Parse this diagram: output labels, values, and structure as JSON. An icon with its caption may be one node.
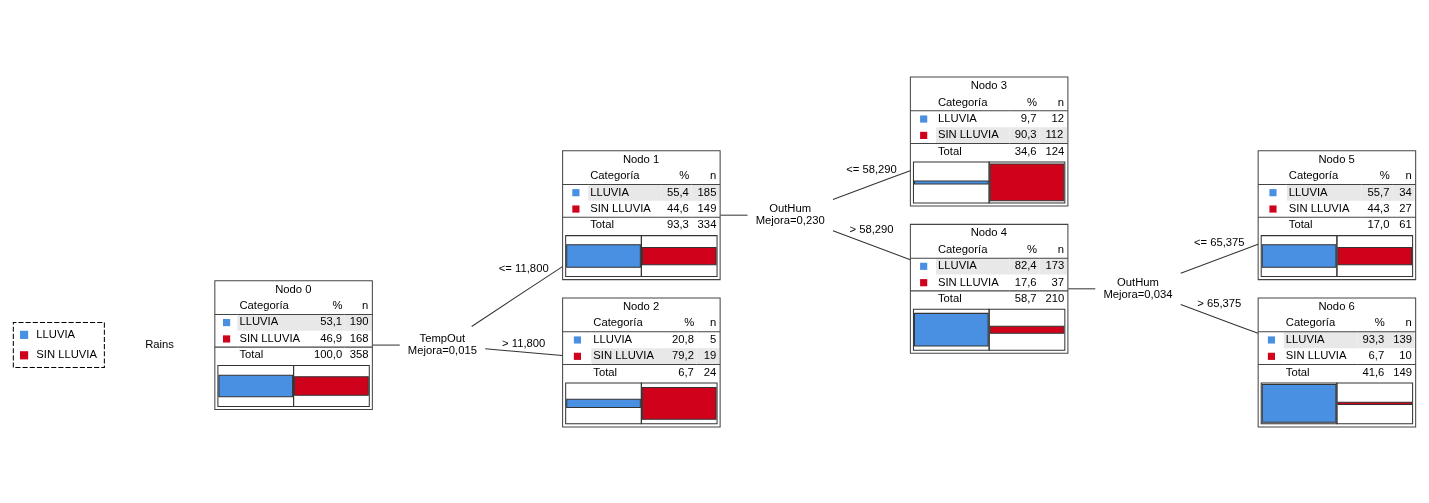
{
  "diagram": {
    "nodes": [
      {
        "text": [
          "Nodo 0",
          "Categoría",
          "%",
          "n",
          "LLUVIA",
          "53,1",
          "190",
          "SIN LLUVIA",
          "46,9",
          "168",
          "Total",
          "100,0",
          "358"
        ],
        "beside": [
          "Rains"
        ]
      },
      {
        "text": [
          "TempOut",
          "Mejora=0,015"
        ]
      },
      {
        "text": [
          "Nodo 1",
          "Categoría",
          "%",
          "n",
          "LLUVIA",
          "55,4",
          "185",
          "SIN LLUVIA",
          "44,6",
          "149",
          "Total",
          "93,3",
          "334"
        ]
      },
      {
        "text": [
          "Nodo 2",
          "Categoría",
          "%",
          "n",
          "LLUVIA",
          "20,8",
          "5",
          "SIN LLUVIA",
          "79,2",
          "19",
          "Total",
          "6,7",
          "24"
        ]
      },
      {
        "text": [
          "OutHum",
          "Mejora=0,230"
        ]
      },
      {
        "text": [
          "Nodo 3",
          "Categoría",
          "%",
          "n",
          "LLUVIA",
          "9,7",
          "12",
          "SIN LLUVIA",
          "90,3",
          "112",
          "Total",
          "34,6",
          "124"
        ]
      },
      {
        "text": [
          "Nodo 4",
          "Categoría",
          "%",
          "n",
          "LLUVIA",
          "82,4",
          "173",
          "SIN LLUVIA",
          "17,6",
          "37",
          "Total",
          "58,7",
          "210"
        ]
      },
      {
        "text": [
          "OutHum",
          "Mejora=0,034"
        ]
      },
      {
        "text": [
          "Nodo 5",
          "Categoría",
          "%",
          "n",
          "LLUVIA",
          "55,7",
          "34",
          "SIN LLUVIA",
          "44,3",
          "27",
          "Total",
          "17,0",
          "61"
        ]
      },
      {
        "text": [
          "Nodo 6",
          "Categoría",
          "%",
          "n",
          "LLUVIA",
          "93,3",
          "139",
          "SIN LLUVIA",
          "6,7",
          "10",
          "Total",
          "41,6",
          "149"
        ]
      }
    ],
    "edges": [
      {
        "from": 0,
        "to": 1,
        "arrow": "none"
      },
      {
        "from": 1,
        "to": 2,
        "arrow": "none",
        "label": "<= 11,800"
      },
      {
        "from": 1,
        "to": 3,
        "arrow": "none",
        "label": "> 11,800"
      },
      {
        "from": 2,
        "to": 4,
        "arrow": "none"
      },
      {
        "from": 4,
        "to": 5,
        "arrow": "none",
        "label": "<= 58,290"
      },
      {
        "from": 4,
        "to": 6,
        "arrow": "none",
        "label": "> 58,290"
      },
      {
        "from": 6,
        "to": 7,
        "arrow": "none"
      },
      {
        "from": 7,
        "to": 8,
        "arrow": "none",
        "label": "<= 65,375"
      },
      {
        "from": 7,
        "to": 9,
        "arrow": "none",
        "label": "> 65,375"
      }
    ],
    "legend": [
      {
        "text": "LLUVIA",
        "color": "#4a90e2"
      },
      {
        "text": "SIN LLUVIA",
        "color": "#d0021b"
      }
    ]
  }
}
